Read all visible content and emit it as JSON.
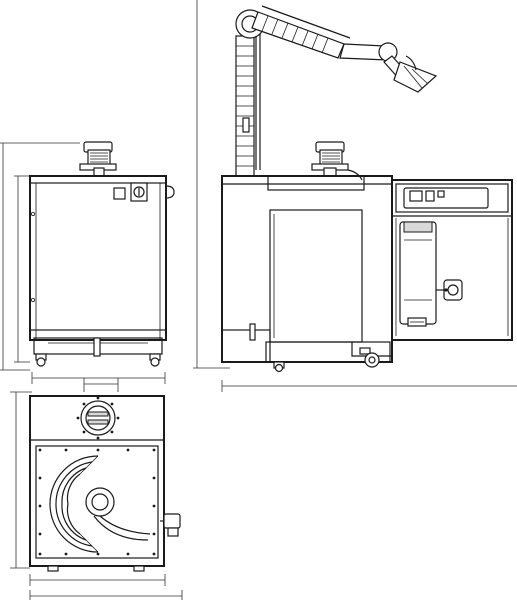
{
  "drawing": {
    "title": "",
    "views": [
      {
        "name": "front-view"
      },
      {
        "name": "side-view-with-extraction-arm"
      },
      {
        "name": "top-view"
      }
    ]
  },
  "colors": {
    "line": "#1a1a1a",
    "dimension": "#333333",
    "shade": "#d9d9d9",
    "background": "#ffffff"
  }
}
